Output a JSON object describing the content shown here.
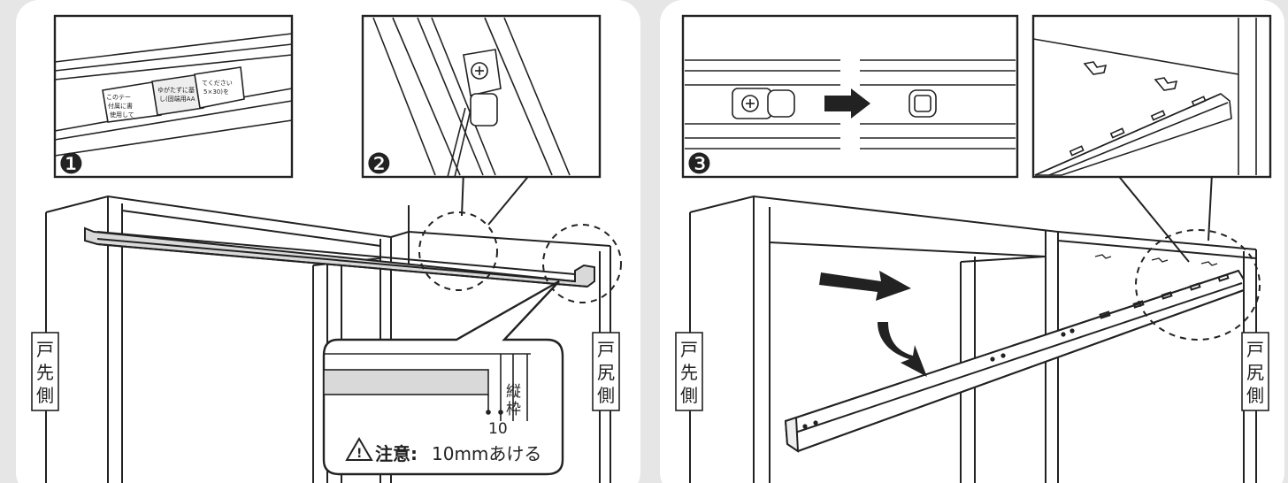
{
  "steps": {
    "one": "❶",
    "two": "❷",
    "three": "❸"
  },
  "labels": {
    "door_tip_side": "戸先側",
    "door_tail_side": "戸尻側",
    "vertical_frame": "縦枠",
    "gap_dimension": "10",
    "caution_prefix": "注意:",
    "caution_text": "10mmあける"
  },
  "tape_label": {
    "line1": "このテー",
    "line2": "付属に書",
    "line3": "使用して",
    "line4": "ゆがたずに基",
    "line5": "し(固端用AA",
    "line6": "てください",
    "line7": "5×30)を"
  },
  "icons": {
    "warning": "warning-triangle-icon",
    "arrow": "right-arrow-icon",
    "curved_arrow": "curved-down-arrow-icon",
    "screw": "phillips-screw-icon"
  },
  "colors": {
    "background": "#e6e6e6",
    "panel": "#ffffff",
    "rail_fill": "#d9d9d9",
    "line": "#222222"
  }
}
